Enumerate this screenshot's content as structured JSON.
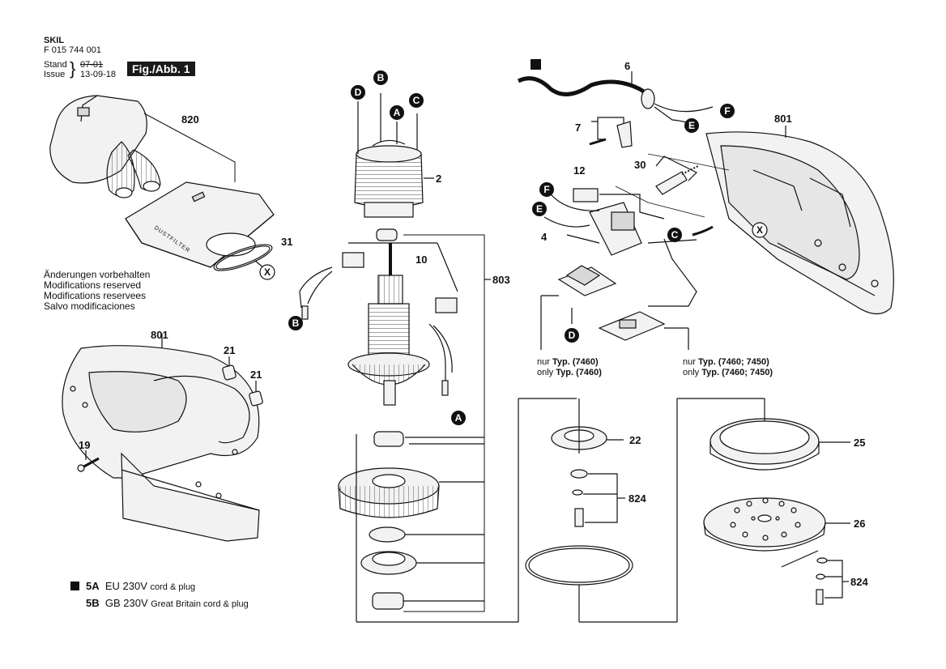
{
  "header": {
    "brand": "SKIL",
    "part_number": "F 015 744 001",
    "stand_label": "Stand",
    "issue_label": "Issue",
    "stand_date_old": "07-01",
    "issue_date": "13-09-18",
    "figure_label": "Fig./Abb. 1"
  },
  "notes": [
    "Änderungen vorbehalten",
    "Modifications reserved",
    "Modifications reservees",
    "Salvo modificaciones"
  ],
  "legend": {
    "items": [
      {
        "code": "5A",
        "voltage": "EU 230V",
        "desc": "cord & plug",
        "marker": "black-square"
      },
      {
        "code": "5B",
        "voltage": "GB 230V",
        "desc": "Great Britain cord & plug"
      }
    ]
  },
  "part_numbers": {
    "p820": "820",
    "p31": "31",
    "p801_left": "801",
    "p21a": "21",
    "p21b": "21",
    "p19": "19",
    "p2": "2",
    "p10": "10",
    "p803": "803",
    "p6": "6",
    "p7": "7",
    "p801_right": "801",
    "p30": "30",
    "p12": "12",
    "p4": "4",
    "p22": "22",
    "p824_mid": "824",
    "p25": "25",
    "p26": "26",
    "p824_right": "824"
  },
  "markers": {
    "A": "A",
    "B": "B",
    "C": "C",
    "D": "D",
    "E": "E",
    "F": "F",
    "X": "X"
  },
  "type_notes": {
    "left_de": [
      "nur",
      "Typ.",
      "(7460)"
    ],
    "left_en": [
      "only",
      "Typ.",
      "(7460)"
    ],
    "right_de": [
      "nur",
      "Typ.",
      "(7460; 7450)"
    ],
    "right_en": [
      "only",
      "Typ.",
      "(7460; 7450)"
    ]
  },
  "branding_text": "DUSTFILTER",
  "colors": {
    "ink": "#111111",
    "part_fill": "#f2f2f2",
    "shade": "#d8d8d8"
  }
}
